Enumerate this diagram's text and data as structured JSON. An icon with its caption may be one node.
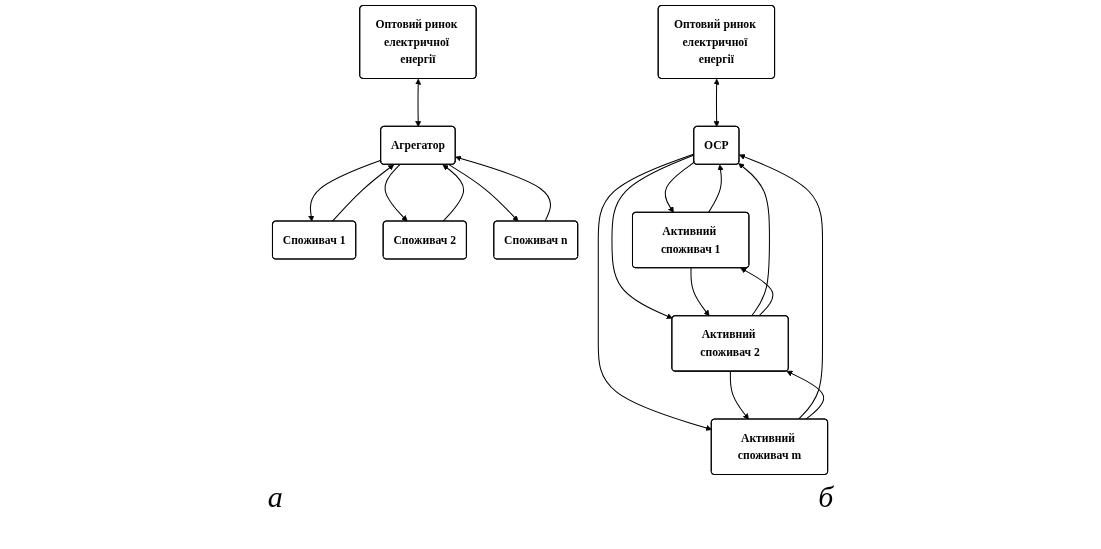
{
  "diagram": {
    "nodes": [
      {
        "text": [
          "Оптовий ринок електричної енергії"
        ]
      },
      {
        "text": [
          "Агрегатор"
        ]
      },
      {
        "text": [
          "Споживач 1"
        ]
      },
      {
        "text": [
          "Споживач 2"
        ]
      },
      {
        "text": [
          "Споживач n"
        ]
      },
      {
        "text": [
          "Оптовий ринок електричної енергії"
        ]
      },
      {
        "text": [
          "ОСР"
        ]
      },
      {
        "text": [
          "Активний споживач 1"
        ]
      },
      {
        "text": [
          "Активний споживач 2"
        ]
      },
      {
        "text": [
          "Активний споживач m"
        ]
      }
    ],
    "edges": [
      {
        "from": 0,
        "to": 1,
        "arrow": "both"
      },
      {
        "from": 1,
        "to": 2,
        "arrow": "to"
      },
      {
        "from": 2,
        "to": 1,
        "arrow": "to"
      },
      {
        "from": 1,
        "to": 3,
        "arrow": "to"
      },
      {
        "from": 3,
        "to": 1,
        "arrow": "to"
      },
      {
        "from": 1,
        "to": 4,
        "arrow": "to"
      },
      {
        "from": 4,
        "to": 1,
        "arrow": "to"
      },
      {
        "from": 5,
        "to": 6,
        "arrow": "both"
      },
      {
        "from": 6,
        "to": 7,
        "arrow": "to"
      },
      {
        "from": 7,
        "to": 6,
        "arrow": "to"
      },
      {
        "from": 6,
        "to": 8,
        "arrow": "to"
      },
      {
        "from": 8,
        "to": 6,
        "arrow": "to"
      },
      {
        "from": 6,
        "to": 9,
        "arrow": "to"
      },
      {
        "from": 9,
        "to": 6,
        "arrow": "to"
      },
      {
        "from": 7,
        "to": 8,
        "arrow": "to"
      },
      {
        "from": 8,
        "to": 7,
        "arrow": "to"
      },
      {
        "from": 8,
        "to": 9,
        "arrow": "to"
      },
      {
        "from": 9,
        "to": 8,
        "arrow": "to"
      }
    ],
    "labels": [
      "а",
      "б"
    ]
  }
}
